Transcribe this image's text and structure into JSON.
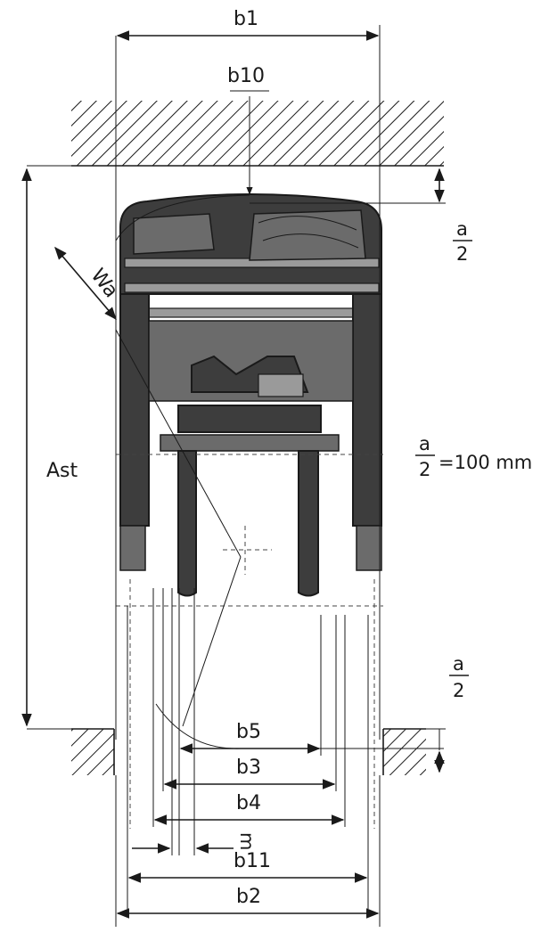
{
  "labels": {
    "b1": "b1",
    "b10": "b10",
    "wa": "Wa",
    "ast": "Ast",
    "a_over_2_top_num": "a",
    "a_over_2_top_den": "2",
    "a_over_2_mid_num": "a",
    "a_over_2_mid_den": "2",
    "a_over_2_mid_value": "=100  mm",
    "a_over_2_bottom_num": "a",
    "a_over_2_bottom_den": "2",
    "b5": "b5",
    "b3": "b3",
    "b4": "b4",
    "m": "m",
    "b11": "b11",
    "b2": "b2"
  }
}
